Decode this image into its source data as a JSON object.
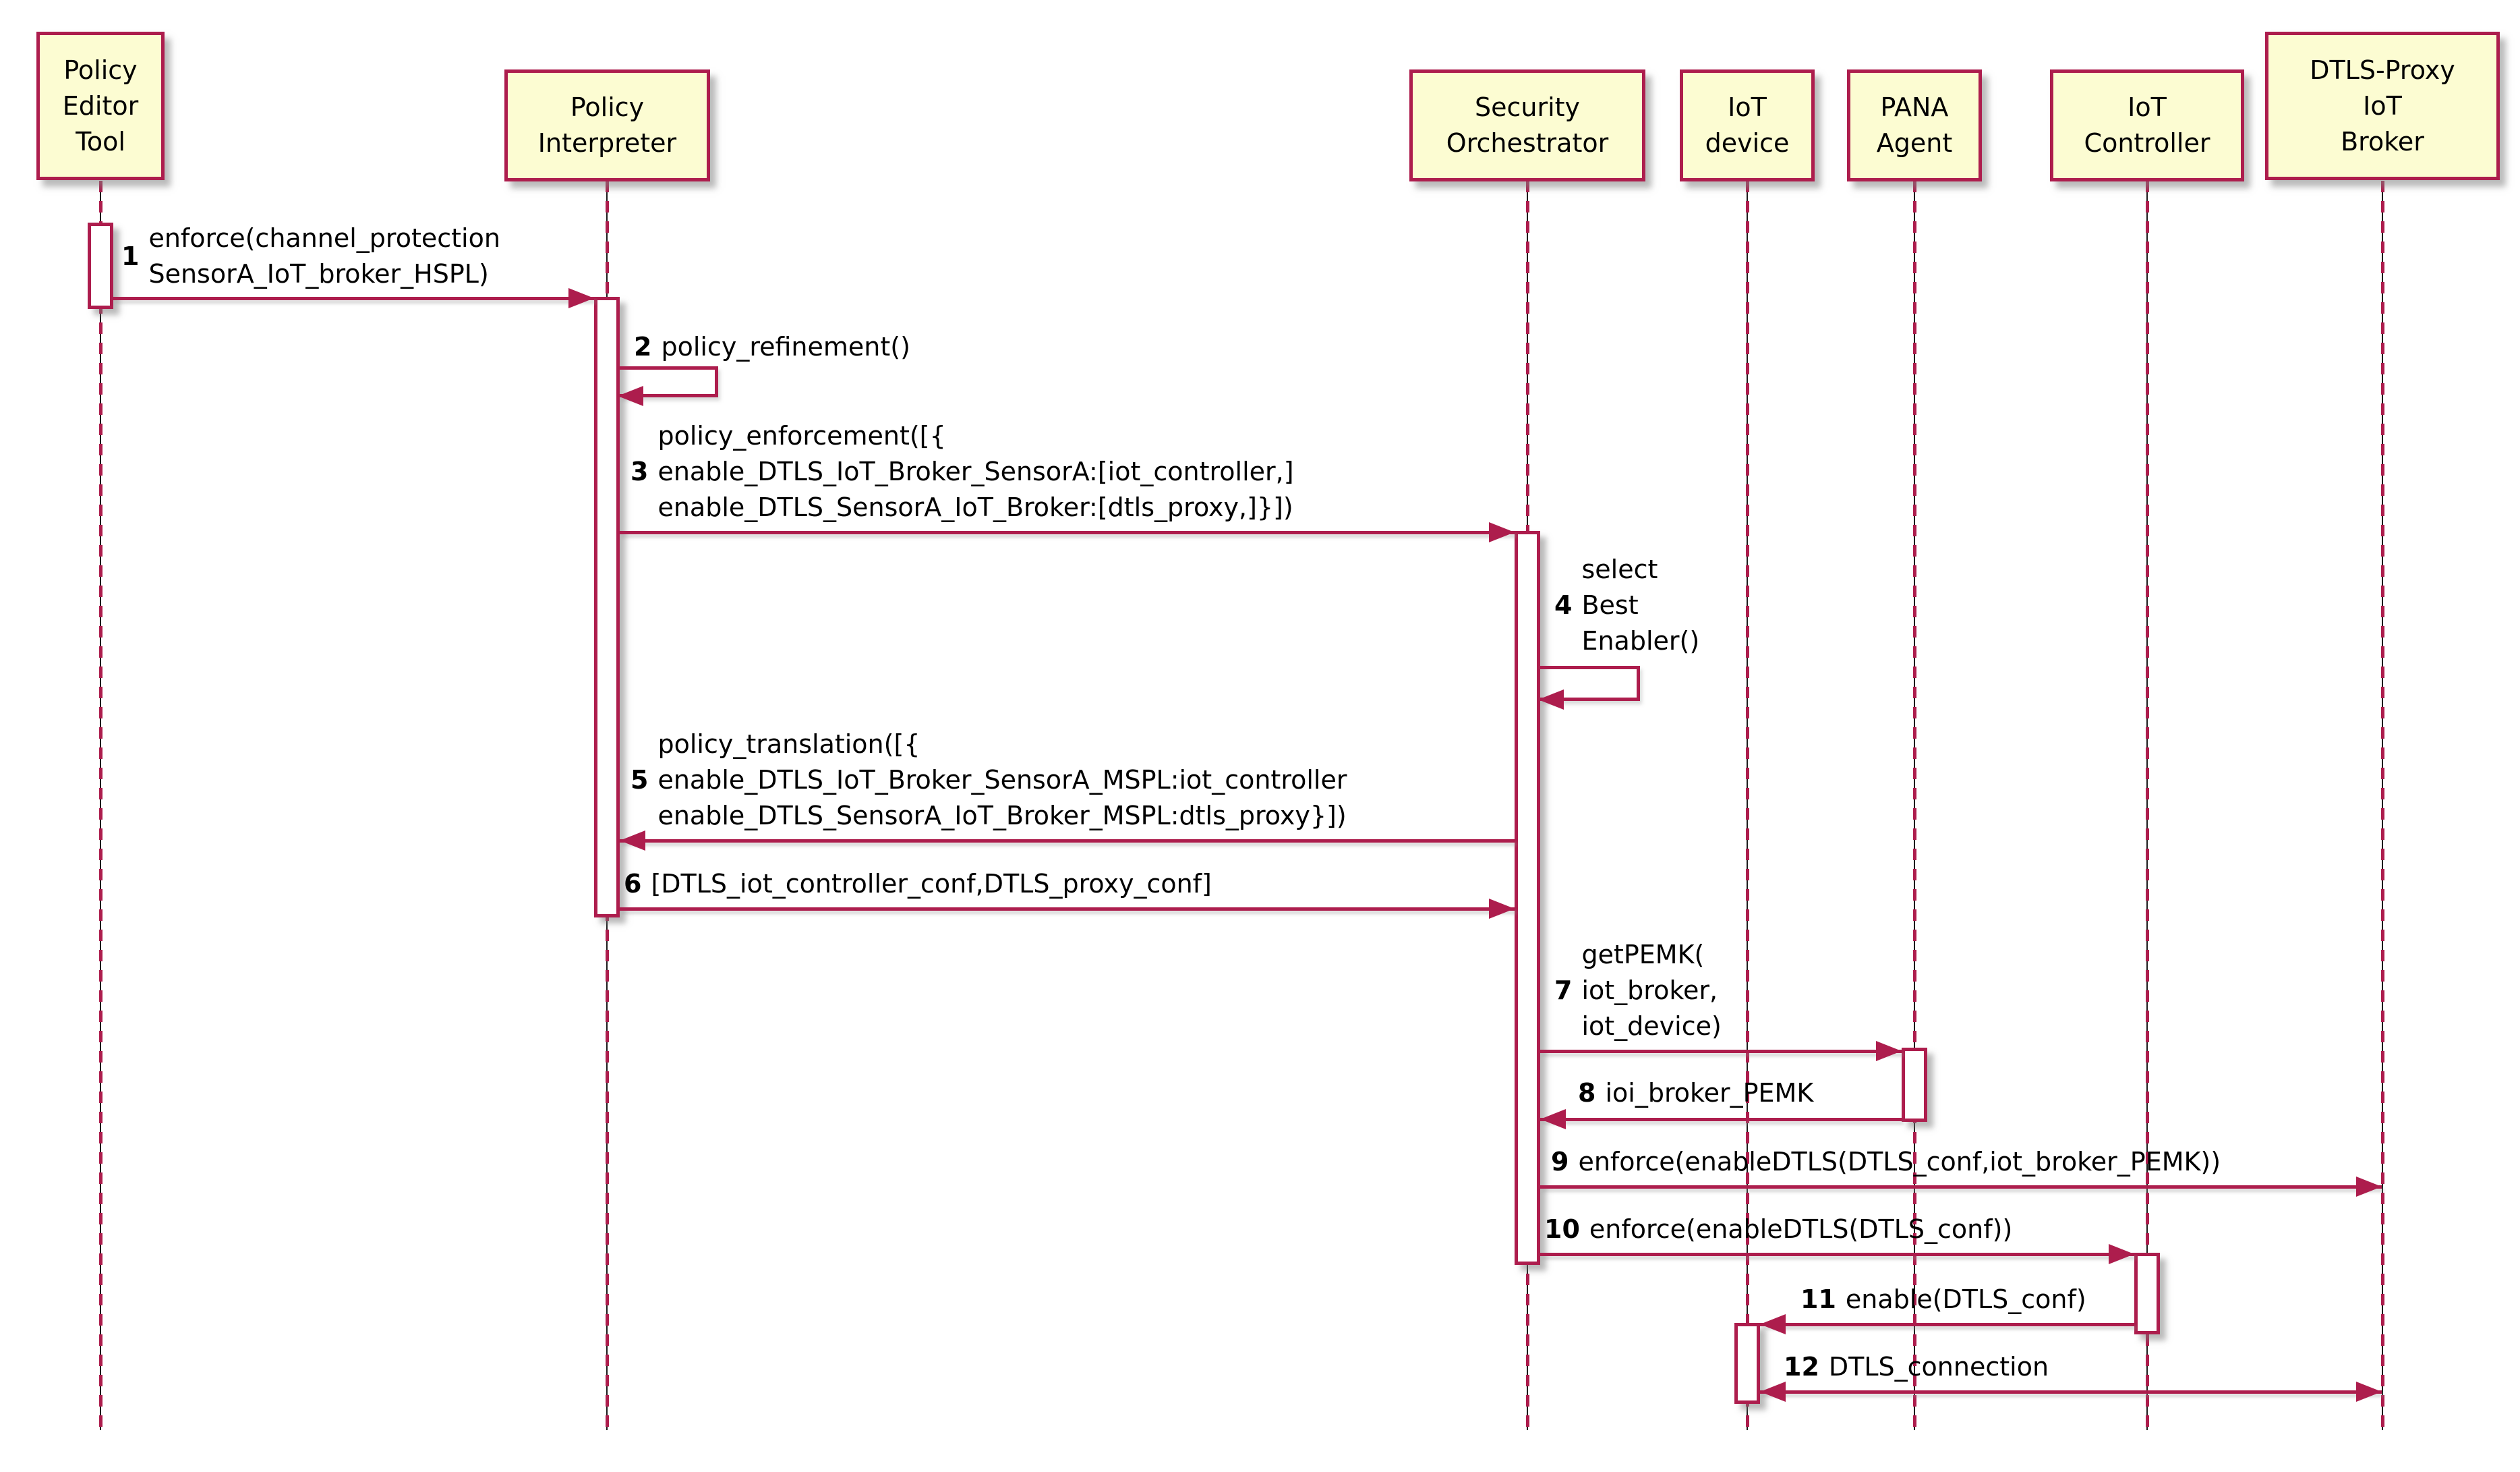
{
  "diagram": {
    "type": "sequence-diagram",
    "colors": {
      "border": "#ad1d4d",
      "fill": "#fcfcd2",
      "text": "#000000",
      "bg": "#ffffff"
    },
    "participants": [
      {
        "id": "policy-editor-tool",
        "label": "Policy\nEditor\nTool"
      },
      {
        "id": "policy-interpreter",
        "label": "Policy\nInterpreter"
      },
      {
        "id": "security-orchestrator",
        "label": "Security\nOrchestrator"
      },
      {
        "id": "iot-device",
        "label": "IoT\ndevice"
      },
      {
        "id": "pana-agent",
        "label": "PANA\nAgent"
      },
      {
        "id": "iot-controller",
        "label": "IoT\nController"
      },
      {
        "id": "dtls-proxy-iot-broker",
        "label": "DTLS-Proxy\nIoT\nBroker"
      }
    ],
    "messages": [
      {
        "number": "1",
        "from": "policy-editor-tool",
        "to": "policy-interpreter",
        "kind": "sync",
        "text": "enforce(channel_protection\nSensorA_IoT_broker_HSPL)"
      },
      {
        "number": "2",
        "from": "policy-interpreter",
        "to": "policy-interpreter",
        "kind": "self",
        "text": "policy_refinement()"
      },
      {
        "number": "3",
        "from": "policy-interpreter",
        "to": "security-orchestrator",
        "kind": "sync",
        "text": "policy_enforcement([{\nenable_DTLS_IoT_Broker_SensorA:[iot_controller,]\nenable_DTLS_SensorA_IoT_Broker:[dtls_proxy,]}])"
      },
      {
        "number": "4",
        "from": "security-orchestrator",
        "to": "security-orchestrator",
        "kind": "self",
        "text": "select\nBest\nEnabler()"
      },
      {
        "number": "5",
        "from": "security-orchestrator",
        "to": "policy-interpreter",
        "kind": "sync",
        "text": "policy_translation([{\nenable_DTLS_IoT_Broker_SensorA_MSPL:iot_controller\nenable_DTLS_SensorA_IoT_Broker_MSPL:dtls_proxy}])"
      },
      {
        "number": "6",
        "from": "policy-interpreter",
        "to": "security-orchestrator",
        "kind": "sync",
        "text": "[DTLS_iot_controller_conf,DTLS_proxy_conf]"
      },
      {
        "number": "7",
        "from": "security-orchestrator",
        "to": "pana-agent",
        "kind": "sync",
        "text": "getPEMK(\niot_broker,\niot_device)"
      },
      {
        "number": "8",
        "from": "pana-agent",
        "to": "security-orchestrator",
        "kind": "sync",
        "text": "ioi_broker_PEMK"
      },
      {
        "number": "9",
        "from": "security-orchestrator",
        "to": "dtls-proxy-iot-broker",
        "kind": "sync",
        "text": "enforce(enableDTLS(DTLS_conf,iot_broker_PEMK))"
      },
      {
        "number": "10",
        "from": "security-orchestrator",
        "to": "iot-controller",
        "kind": "sync",
        "text": "enforce(enableDTLS(DTLS_conf))"
      },
      {
        "number": "11",
        "from": "iot-controller",
        "to": "iot-device",
        "kind": "sync",
        "text": "enable(DTLS_conf)"
      },
      {
        "number": "12",
        "from": "iot-device",
        "to": "dtls-proxy-iot-broker",
        "kind": "bidirectional",
        "text": "DTLS_connection"
      }
    ]
  }
}
